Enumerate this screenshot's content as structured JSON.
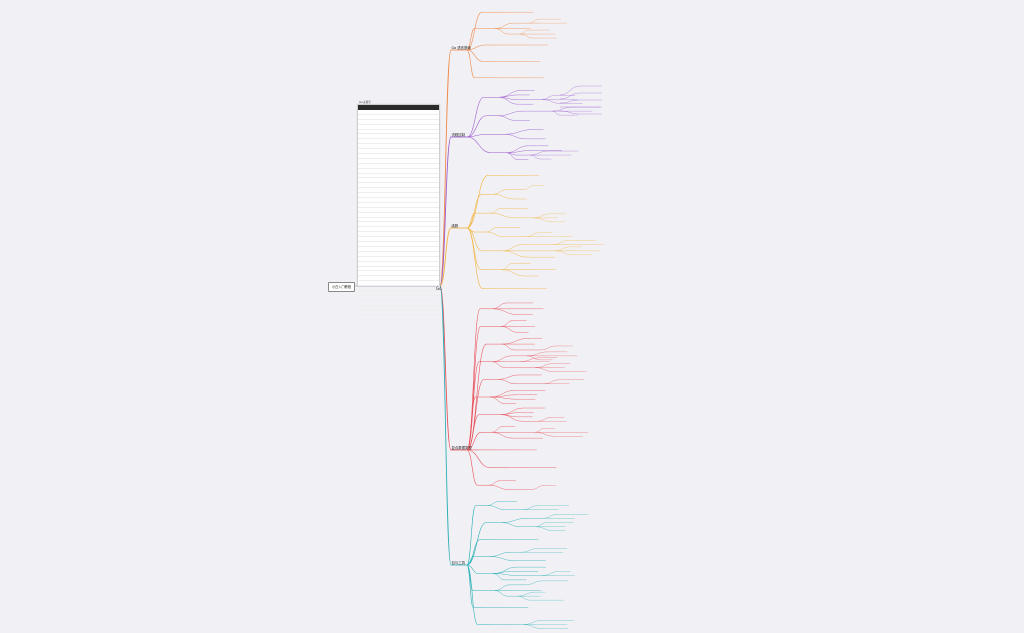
{
  "root_label": "小白入门教程",
  "center_label": "Go",
  "table_title": "Go 关键字",
  "table_header": [
    "",
    "",
    ""
  ],
  "table_rows": [
    [
      "",
      "",
      ""
    ],
    [
      "",
      "",
      ""
    ],
    [
      "",
      "",
      ""
    ],
    [
      "",
      "",
      ""
    ],
    [
      "",
      "",
      ""
    ],
    [
      "",
      "",
      ""
    ],
    [
      "",
      "",
      ""
    ],
    [
      "",
      "",
      ""
    ],
    [
      "",
      "",
      ""
    ],
    [
      "",
      "",
      ""
    ],
    [
      "",
      "",
      ""
    ],
    [
      "",
      "",
      ""
    ],
    [
      "",
      "",
      ""
    ],
    [
      "",
      "",
      ""
    ],
    [
      "",
      "",
      ""
    ],
    [
      "",
      "",
      ""
    ],
    [
      "",
      "",
      ""
    ],
    [
      "",
      "",
      ""
    ],
    [
      "",
      "",
      ""
    ],
    [
      "",
      "",
      ""
    ],
    [
      "",
      "",
      ""
    ],
    [
      "",
      "",
      ""
    ],
    [
      "",
      "",
      ""
    ],
    [
      "",
      "",
      ""
    ],
    [
      "",
      "",
      ""
    ],
    [
      "",
      "",
      ""
    ],
    [
      "",
      "",
      ""
    ],
    [
      "",
      "",
      ""
    ],
    [
      "",
      "",
      ""
    ],
    [
      "",
      "",
      ""
    ],
    [
      "",
      "",
      ""
    ],
    [
      "",
      "",
      ""
    ],
    [
      "",
      "",
      ""
    ],
    [
      "",
      "",
      ""
    ],
    [
      "",
      "",
      ""
    ],
    [
      "",
      "",
      ""
    ],
    [
      "",
      "",
      ""
    ],
    [
      "",
      "",
      ""
    ],
    [
      "",
      "",
      ""
    ],
    [
      "",
      "",
      ""
    ],
    [
      "",
      "",
      ""
    ],
    [
      "",
      "",
      ""
    ]
  ],
  "colors": {
    "orange": "#f08a4b",
    "purple": "#9b59d0",
    "yellow": "#f2b33d",
    "red": "#e8525a",
    "teal": "#2fb1b8",
    "blue": "#3b82c4"
  },
  "branches": [
    {
      "label": "Go 语言基础",
      "color": "orange"
    },
    {
      "label": "流程控制",
      "color": "purple"
    },
    {
      "label": "函数",
      "color": "yellow"
    },
    {
      "label": "复合数据类型",
      "color": "red"
    },
    {
      "label": "包与工具",
      "color": "teal"
    }
  ]
}
